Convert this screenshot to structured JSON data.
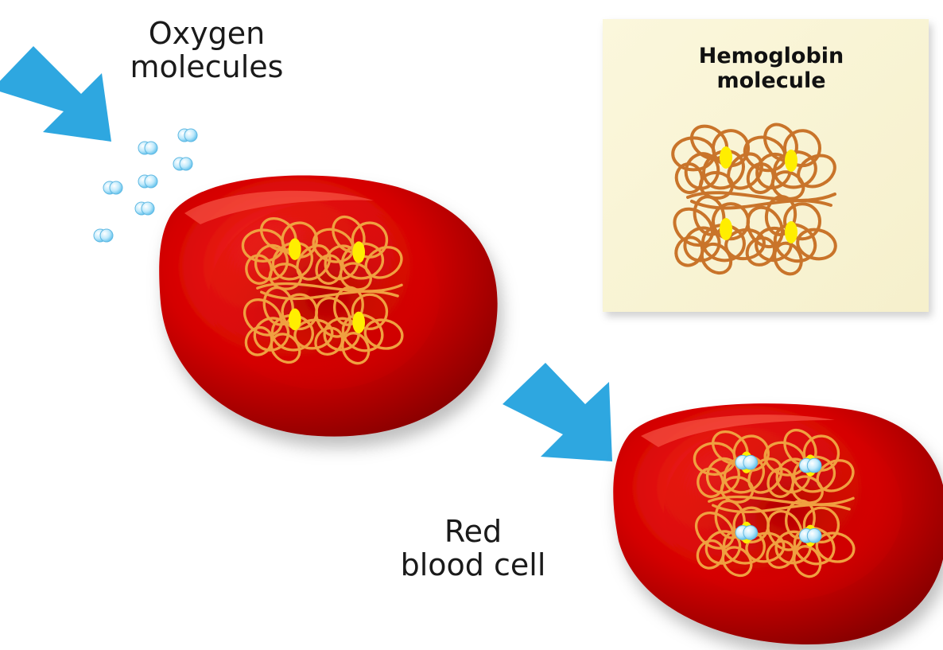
{
  "labels": {
    "oxygen": [
      "Oxygen",
      "molecules"
    ],
    "red_blood_cell": [
      "Red",
      "blood cell"
    ],
    "hemoglobin_note": [
      "Hemoglobin",
      "molecule"
    ]
  },
  "colors": {
    "arrow": "#2ea7e0",
    "cell_red": "#d40000",
    "cell_dark": "#8a0000",
    "cell_light": "#ff3a2e",
    "protein_strand": "#e0913a",
    "heme": "#ffee00",
    "oxygen": "#bfe9fb",
    "note_paper": "#fbf7dc"
  },
  "icons": {
    "arrow": "arrow-icon",
    "oxygen": "oxygen-molecule-icon",
    "heme": "heme-group-icon"
  }
}
